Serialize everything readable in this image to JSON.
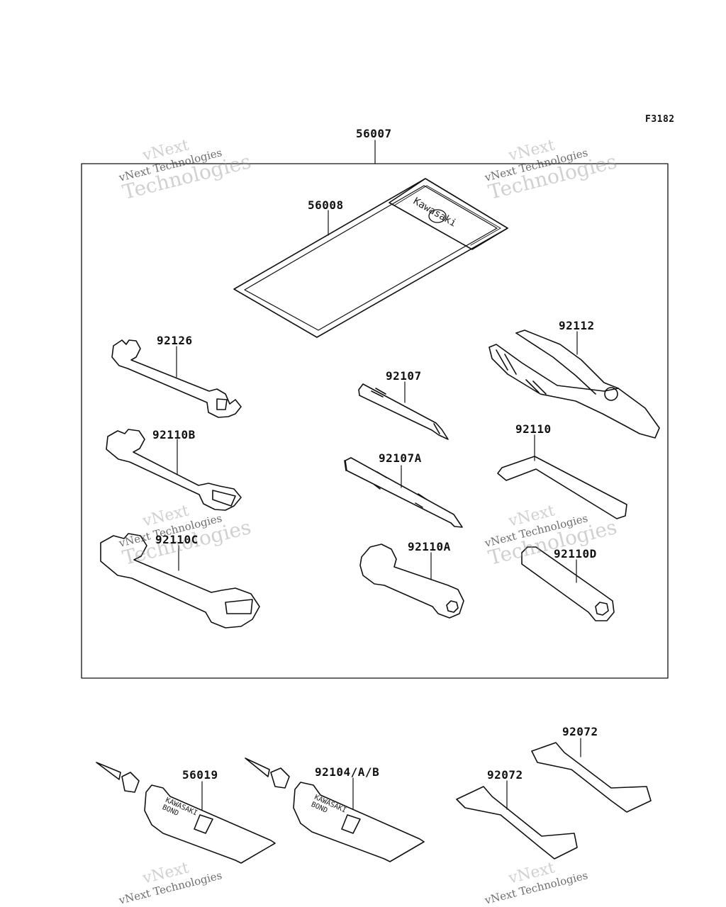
{
  "figure_code": "F3182",
  "parts": {
    "kit": "56007",
    "bag": "56008",
    "wrench_a": "92126",
    "pliers": "92112",
    "driver_a": "92107",
    "hex_key": "92110",
    "wrench_b": "92110B",
    "driver_b": "92107A",
    "wrench_c": "92110C",
    "box_a": "92110A",
    "box_d": "92110D",
    "bond_a": "56019",
    "bond_b": "92104/A/B",
    "strap_right": "92072",
    "strap_left": "92072"
  },
  "logos": {
    "bag": "Kawasaki",
    "tube_brand": "KAWASAKI",
    "tube_product": "BOND"
  },
  "watermark": {
    "line1": "vNext",
    "line2": "vNext Technologies",
    "line3": "Technologies"
  }
}
